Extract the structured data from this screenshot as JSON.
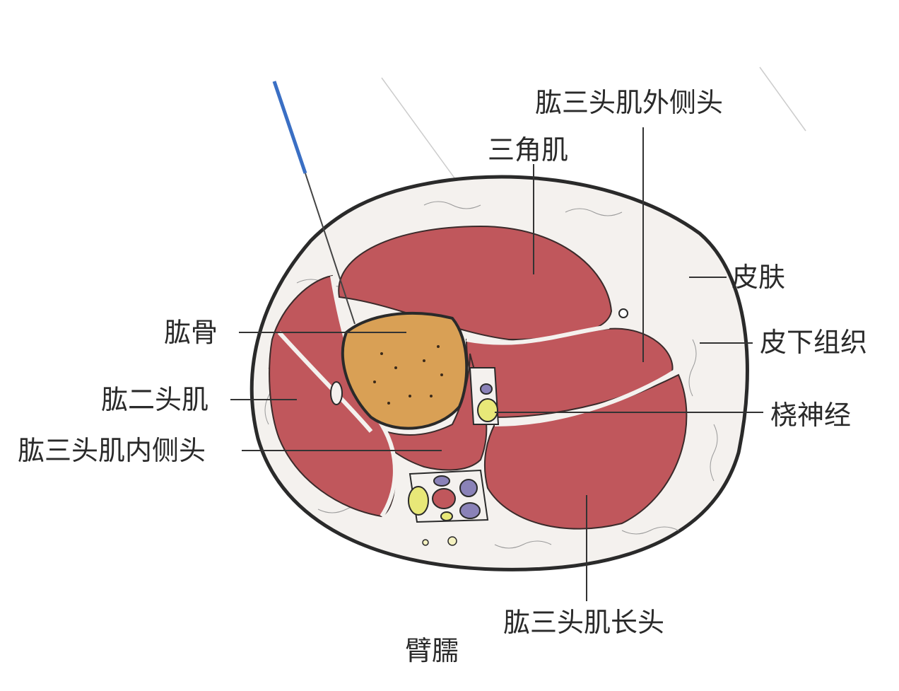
{
  "title": "臂臑",
  "labels": {
    "triceps_lateral": "肱三头肌外侧头",
    "deltoid": "三角肌",
    "skin": "皮肤",
    "subcutaneous": "皮下组织",
    "humerus": "肱骨",
    "biceps": "肱二头肌",
    "radial_nerve": "桡神经",
    "triceps_medial": "肱三头肌内侧头",
    "triceps_long": "肱三头肌长头"
  },
  "colors": {
    "muscle": "#c0575c",
    "bone": "#d9a055",
    "fat": "#f4f1ee",
    "needle": "#3a6fc4",
    "nerve": "#e8e878",
    "vessel": "#8a82b8"
  }
}
